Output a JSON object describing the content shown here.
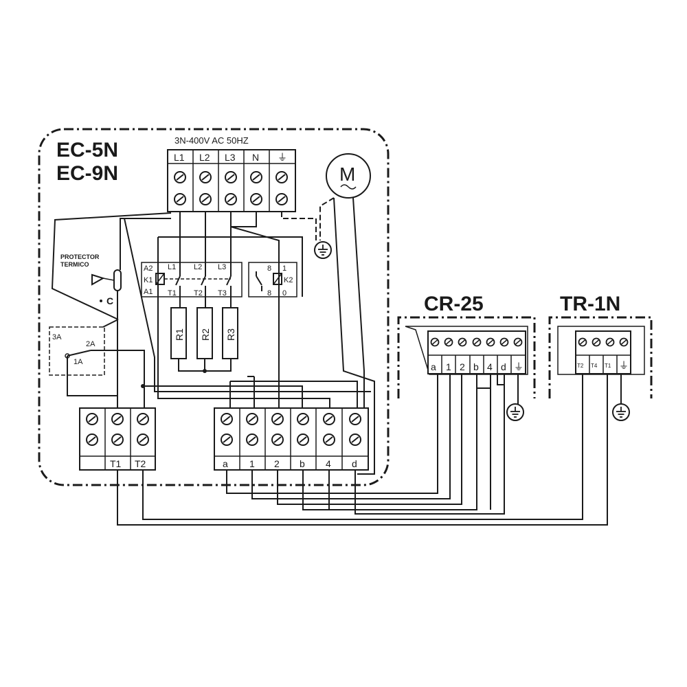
{
  "enclosure": {
    "model_1": "EC-5N",
    "model_2": "EC-9N",
    "power_rating": "3N-400V AC 50HZ",
    "mains_terminals": [
      "L1",
      "L2",
      "L3",
      "N",
      "⏚"
    ],
    "motor_symbol": "M",
    "protector_line_1": "PROTECTOR",
    "protector_line_2": "TERMICO",
    "protector_contact": "C",
    "contactor_k1": {
      "coil_top": "A2",
      "coil_mid": "K1",
      "coil_bottom": "A1",
      "line": [
        "L1",
        "L2",
        "L3"
      ],
      "load": [
        "T1",
        "T2",
        "T3"
      ]
    },
    "contactor_k2": {
      "coil": "K2",
      "contacts": [
        "8",
        "8",
        "1",
        "0"
      ]
    },
    "resistors": [
      "R1",
      "R2",
      "R3"
    ],
    "selector": {
      "pos_3": "3A",
      "pos_2": "2A",
      "pos_1": "1A"
    },
    "sensor_terminals": [
      "",
      "T1",
      "T2"
    ],
    "control_terminals": [
      "a",
      "1",
      "2",
      "b",
      "4",
      "d"
    ]
  },
  "panel_cr": {
    "title": "CR-25",
    "terminals": [
      "a",
      "1",
      "2",
      "b",
      "4",
      "d",
      "⏚"
    ]
  },
  "panel_tr": {
    "title": "TR-1N",
    "terminals": [
      "T2",
      "T4",
      "T1",
      "⏚"
    ]
  },
  "colors": {
    "ink": "#1a1a1a",
    "background": "#ffffff"
  }
}
